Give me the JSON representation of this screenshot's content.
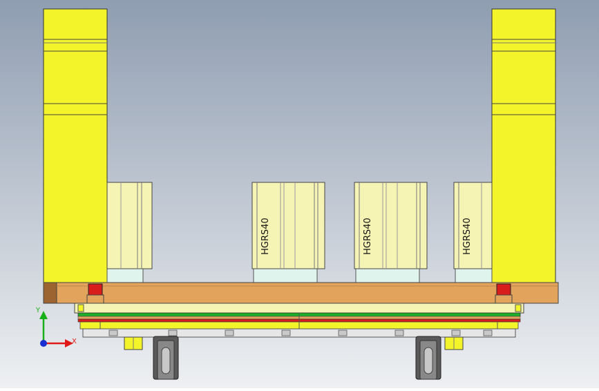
{
  "viewport": {
    "background_top": "#8f9db1",
    "background_bottom": "#eef0f2"
  },
  "parts": {
    "block_labels": [
      "HGRS40",
      "HGRS40",
      "HGRS40"
    ]
  },
  "triad": {
    "x_label": "X",
    "y_label": "Y",
    "x_color": "#e01818",
    "y_color": "#18b018",
    "z_color": "#1830d0"
  },
  "colors": {
    "yellow": "#f4f42a",
    "cream": "#f6f4b4",
    "orange": "#e2a45c",
    "green": "#1fb02a",
    "red": "#d81c1c",
    "mint": "#dff4ec",
    "grey": "#c9c9c9"
  }
}
